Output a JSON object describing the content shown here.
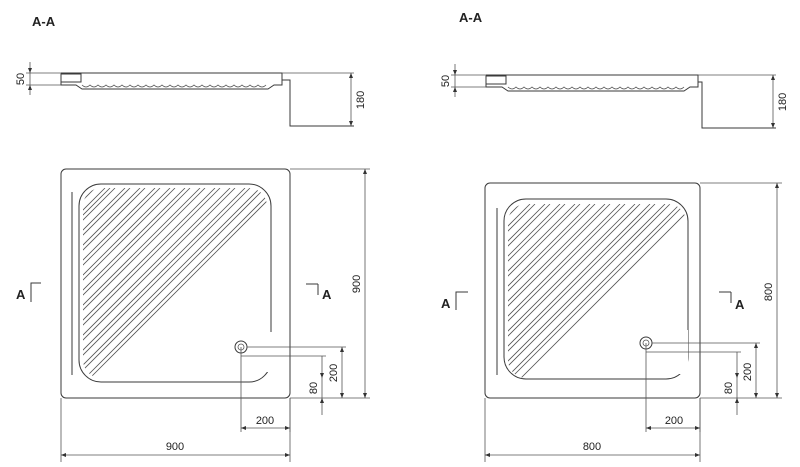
{
  "left": {
    "section_label": "A-A",
    "dim_tray_depth": "50",
    "dim_total_height": "180",
    "dim_width": "900",
    "dim_height": "900",
    "dim_drain_x": "200",
    "dim_drain_y": "200",
    "dim_drain_offset": "80",
    "cut_mark_left": "A",
    "cut_mark_right": "A"
  },
  "right": {
    "section_label": "A-A",
    "dim_tray_depth": "50",
    "dim_total_height": "180",
    "dim_width": "800",
    "dim_height": "800",
    "dim_drain_x": "200",
    "dim_drain_y": "200",
    "dim_drain_offset": "80",
    "cut_mark_left": "A",
    "cut_mark_right": "A"
  }
}
